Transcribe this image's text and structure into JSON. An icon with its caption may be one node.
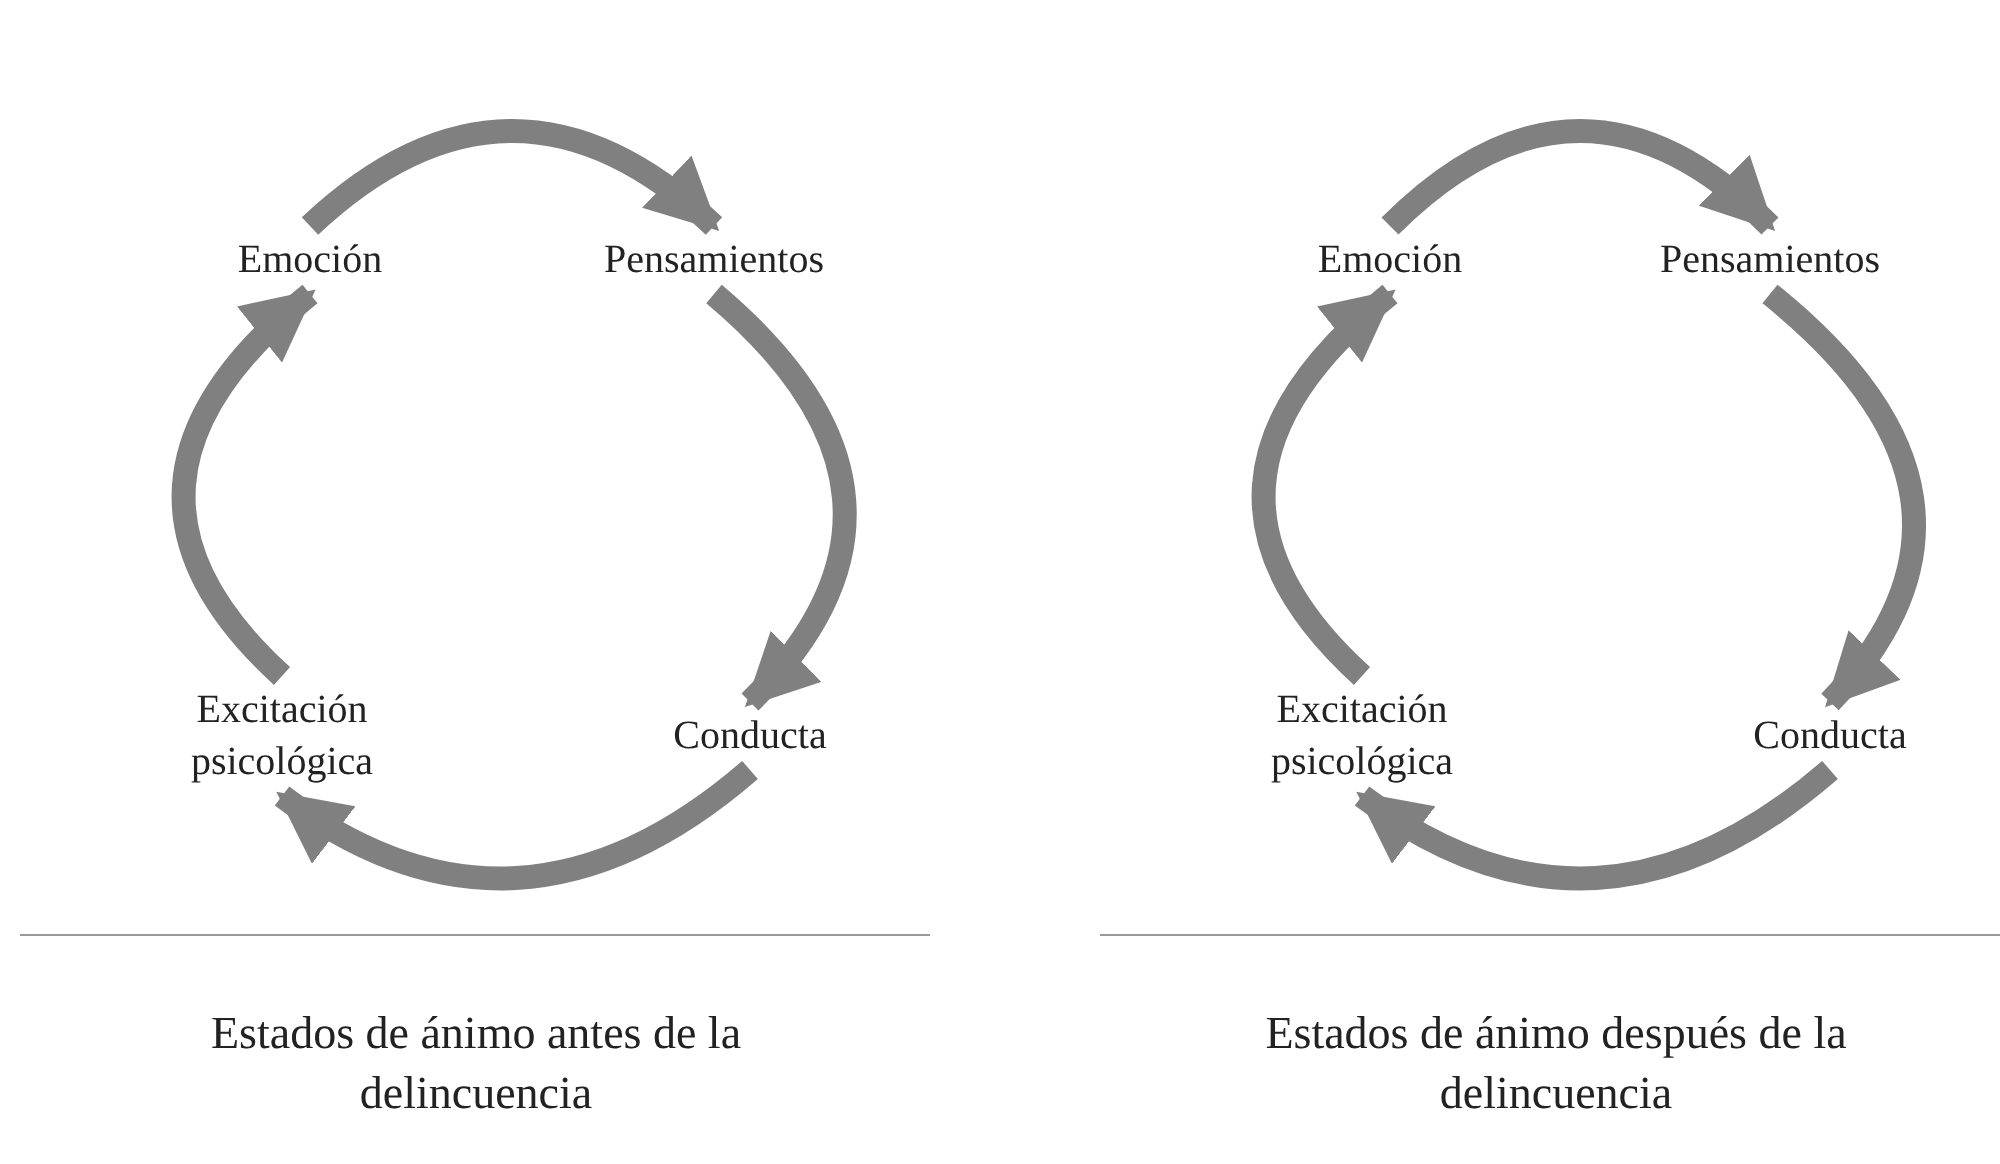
{
  "diagram": {
    "nodes": [
      {
        "text": [
          "Emoción"
        ]
      },
      {
        "text": [
          "Pensamientos"
        ]
      },
      {
        "text": [
          "Conducta"
        ]
      },
      {
        "text": [
          "Excitación psicológica"
        ]
      },
      {
        "text": [
          "Emoción"
        ]
      },
      {
        "text": [
          "Pensamientos"
        ]
      },
      {
        "text": [
          "Conducta"
        ]
      },
      {
        "text": [
          "Excitación psicológica"
        ]
      }
    ],
    "edges": [
      {
        "from": 0,
        "to": 1,
        "arrow": "to"
      },
      {
        "from": 1,
        "to": 2,
        "arrow": "to"
      },
      {
        "from": 2,
        "to": 3,
        "arrow": "to"
      },
      {
        "from": 3,
        "to": 0,
        "arrow": "to"
      },
      {
        "from": 4,
        "to": 5,
        "arrow": "to"
      },
      {
        "from": 5,
        "to": 6,
        "arrow": "to"
      },
      {
        "from": 6,
        "to": 7,
        "arrow": "to"
      },
      {
        "from": 7,
        "to": 4,
        "arrow": "to"
      }
    ],
    "labels": [
      "Estados de ánimo antes de la delincuencia",
      "Estados de ánimo después de la delincuencia"
    ]
  }
}
